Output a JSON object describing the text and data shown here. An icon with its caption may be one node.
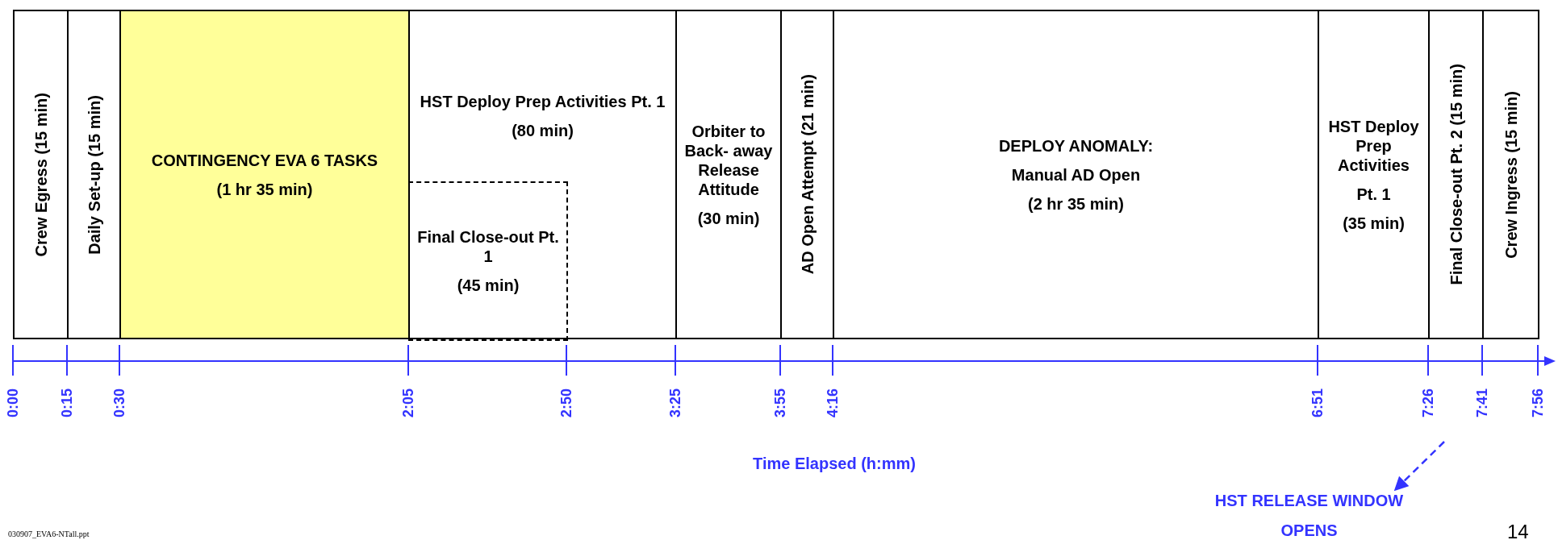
{
  "diagram": {
    "nodes": [
      {
        "text": [
          "Crew Egress (15 min)"
        ]
      },
      {
        "text": [
          "Daily Set-up (15 min)"
        ]
      },
      {
        "text": [
          "CONTINGENCY EVA 6 TASKS",
          "(1 hr 35 min)"
        ]
      },
      {
        "text": [
          "HST Deploy Prep Activities Pt. 1",
          "(80 min)"
        ]
      },
      {
        "text": [
          "Final Close-out Pt. 1",
          "(45 min)"
        ],
        "in": 3
      },
      {
        "text": [
          "Orbiter to Back- away Release Attitude",
          "(30 min)"
        ]
      },
      {
        "text": [
          "AD Open Attempt (21 min)"
        ]
      },
      {
        "text": [
          "DEPLOY ANOMALY:",
          "Manual AD Open",
          "(2 hr 35 min)"
        ]
      },
      {
        "text": [
          "HST Deploy Prep Activities",
          "Pt. 1",
          "(35 min)"
        ]
      },
      {
        "text": [
          "Final Close-out Pt. 2 (15 min)"
        ]
      },
      {
        "text": [
          "Crew Ingress (15 min)"
        ]
      },
      {
        "text": [
          "HST RELEASE WINDOW OPENS"
        ]
      }
    ],
    "edges": [
      {
        "from": null,
        "to": 11,
        "arrow": "to",
        "style": "dashed",
        "color": "#3333ff"
      }
    ],
    "labels": [
      "0:00",
      "0:15",
      "0:30",
      "2:05",
      "2:50",
      "3:25",
      "3:55",
      "4:16",
      "6:51",
      "7:26",
      "7:41",
      "7:56",
      "Time Elapsed (h:mm)",
      "14",
      "030907_EVA6-NTall.ppt"
    ]
  }
}
